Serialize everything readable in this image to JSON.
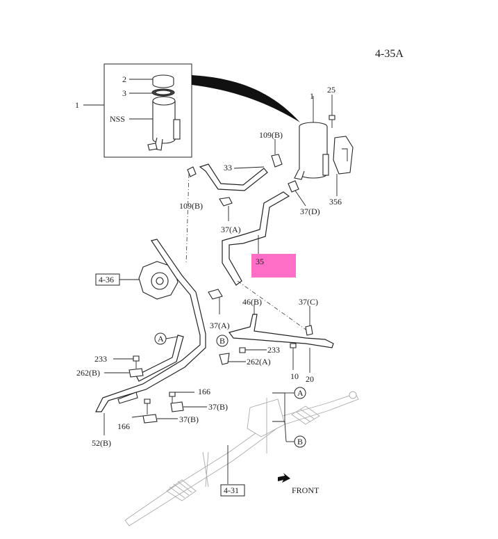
{
  "diagram_id": "4-35A",
  "callouts": {
    "c1_inset": "1",
    "c2": "2",
    "c3": "3",
    "nss": "NSS",
    "c1": "1",
    "c25": "25",
    "c109b_top": "109(B)",
    "c33": "33",
    "c109b_left": "109(B)",
    "c37d": "37(D)",
    "c356": "356",
    "c37a_upper": "37(A)",
    "c35": "35",
    "c46b": "46(B)",
    "c37c": "37(C)",
    "c37a_lower": "37(A)",
    "c233_right": "233",
    "c262a": "262(A)",
    "c10": "10",
    "c20": "20",
    "c233_left": "233",
    "c262b": "262(B)",
    "c166_right": "166",
    "c37b_right": "37(B)",
    "c166_left": "166",
    "c37b_left": "37(B)",
    "c52b": "52(B)"
  },
  "refs": {
    "r436": "4-36",
    "r431": "4-31"
  },
  "circle_markers": {
    "a1": "A",
    "b1": "B",
    "a2": "A",
    "b2": "B"
  },
  "front_label": "FRONT",
  "highlight_color": "#ff6ec7"
}
